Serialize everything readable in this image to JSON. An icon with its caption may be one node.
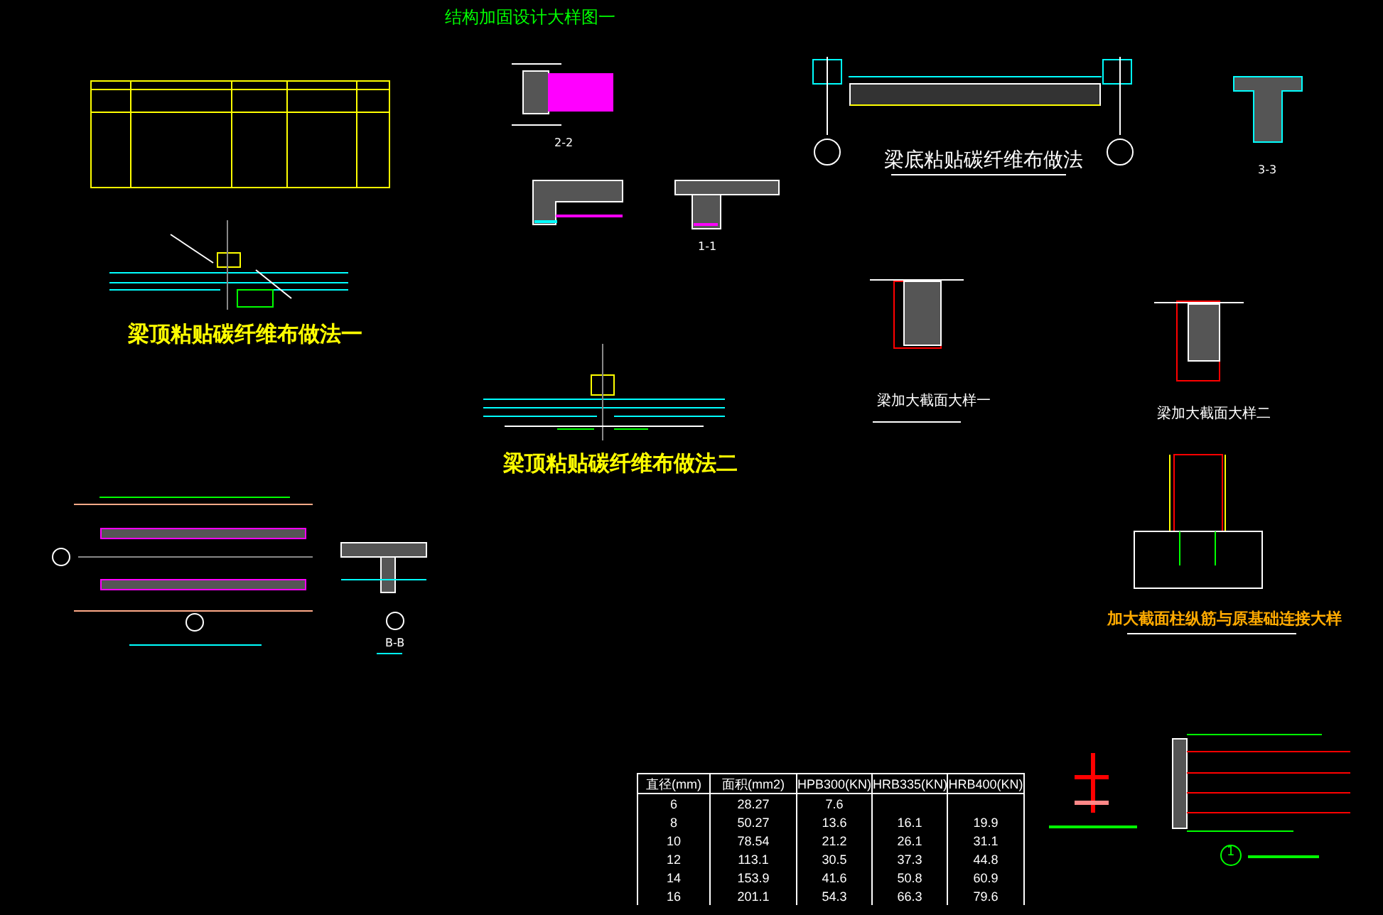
{
  "diagram": {
    "title": "结构加固设计大样图一",
    "labels": [
      "梁顶粘贴碳纤维布做法一",
      "2-2",
      "1-1",
      "梁底粘贴碳纤维布做法",
      "3-3",
      "梁加大截面大样一",
      "梁加大截面大样二",
      "梁顶粘贴碳纤维布做法二",
      "B-B",
      "加大截面柱纵筋与原基础连接大样",
      "1",
      "直径(mm)",
      "面积(mm2)",
      "HPB300(KN)",
      "HRB335(KN)",
      "HRB400(KN)",
      "6",
      "28.27",
      "7.6",
      "8",
      "50.27",
      "13.6",
      "16.1",
      "19.9",
      "10",
      "78.54",
      "21.2",
      "26.1",
      "31.1",
      "12",
      "113.1",
      "30.5",
      "37.3",
      "44.8",
      "14",
      "153.9",
      "41.6",
      "50.8",
      "60.9",
      "16",
      "201.1",
      "54.3",
      "66.3",
      "79.6"
    ]
  }
}
